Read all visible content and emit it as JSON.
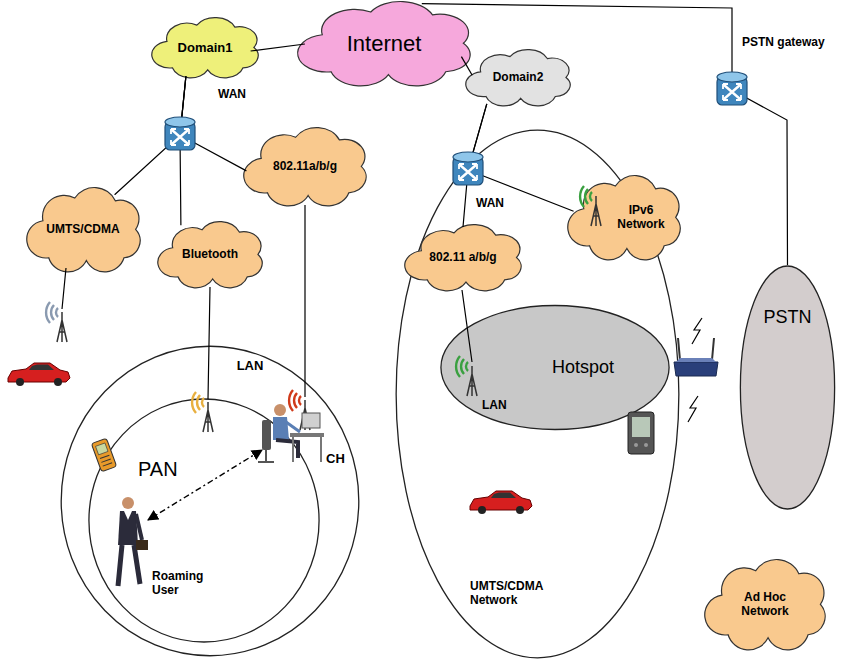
{
  "diagram": {
    "nodes": [
      {
        "text": [
          "Domain1"
        ]
      },
      {
        "text": [
          "Internet"
        ]
      },
      {
        "text": [
          "Domain2"
        ]
      },
      {
        "text": [
          "UMTS/CDMA"
        ]
      },
      {
        "text": [
          "Bluetooth"
        ]
      },
      {
        "text": [
          "802.11a/b/g"
        ]
      },
      {
        "text": [
          "LAN"
        ]
      },
      {
        "text": [
          "PAN"
        ],
        "in": 6
      },
      {
        "text": [
          "UMTS/CDMA Network"
        ]
      },
      {
        "text": [
          "802.11 a/b/g"
        ],
        "in": 8
      },
      {
        "text": [
          "IPv6 Network"
        ],
        "in": 8
      },
      {
        "text": [
          "Hotspot"
        ],
        "in": 8
      },
      {
        "text": [
          "PSTN"
        ]
      },
      {
        "text": [
          "Ad Hoc Network"
        ]
      }
    ],
    "edges": [
      {
        "from": 0,
        "to": 1,
        "arrow": "none"
      },
      {
        "from": 1,
        "to": 2,
        "arrow": "none"
      },
      {
        "from": 1,
        "to": 12,
        "arrow": "none"
      },
      {
        "from": 0,
        "to": 3,
        "arrow": "none"
      },
      {
        "from": 0,
        "to": 4,
        "arrow": "none"
      },
      {
        "from": 0,
        "to": 5,
        "arrow": "none"
      },
      {
        "from": 2,
        "to": 9,
        "arrow": "none"
      },
      {
        "from": 2,
        "to": 10,
        "arrow": "none"
      }
    ],
    "labels": [
      "WAN",
      "WAN",
      "LAN",
      "Roaming User",
      "CH",
      "PSTN gateway"
    ]
  }
}
